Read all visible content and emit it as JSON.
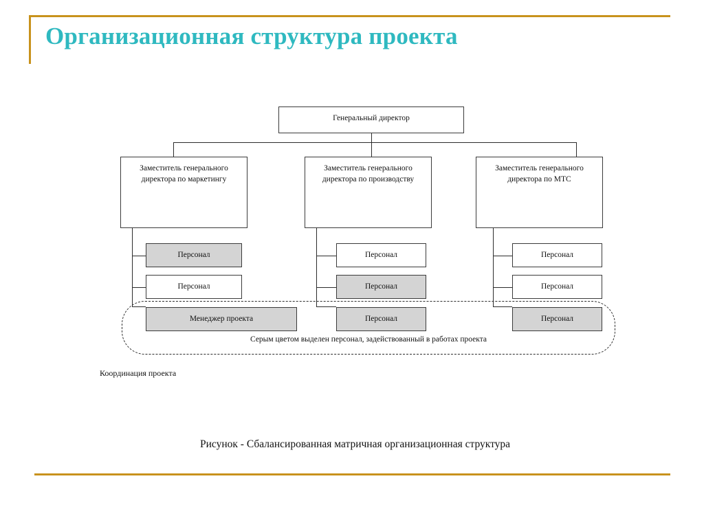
{
  "slide": {
    "title": "Организационная структура проекта",
    "accent_color": "#c8921c",
    "title_color": "#2fb9c0"
  },
  "chart_data": {
    "type": "diagram",
    "title": "Организационная структура проекта",
    "caption": "Рисунок -  Сбалансированная матричная организационная структура",
    "legend_note": "Серым цветом выделен персонал, задействованный в работах проекта",
    "coordination_label": "Координация проекта",
    "highlight_color": "#d4d4d4",
    "plain_color": "#ffffff",
    "root": {
      "label": "Генеральный директор",
      "highlighted": false
    },
    "branches": [
      {
        "label": "Заместитель генерального директора по маркетингу",
        "highlighted": false,
        "children": [
          {
            "label": "Персонал",
            "highlighted": true
          },
          {
            "label": "Персонал",
            "highlighted": false
          },
          {
            "label": "Менеджер проекта",
            "highlighted": true
          }
        ]
      },
      {
        "label": "Заместитель генерального директора по производству",
        "highlighted": false,
        "children": [
          {
            "label": "Персонал",
            "highlighted": false
          },
          {
            "label": "Персонал",
            "highlighted": true
          },
          {
            "label": "Персонал",
            "highlighted": true
          }
        ]
      },
      {
        "label": "Заместитель генерального директора по МТС",
        "highlighted": false,
        "children": [
          {
            "label": "Персонал",
            "highlighted": false
          },
          {
            "label": "Персонал",
            "highlighted": false
          },
          {
            "label": "Персонал",
            "highlighted": true
          }
        ]
      }
    ]
  }
}
